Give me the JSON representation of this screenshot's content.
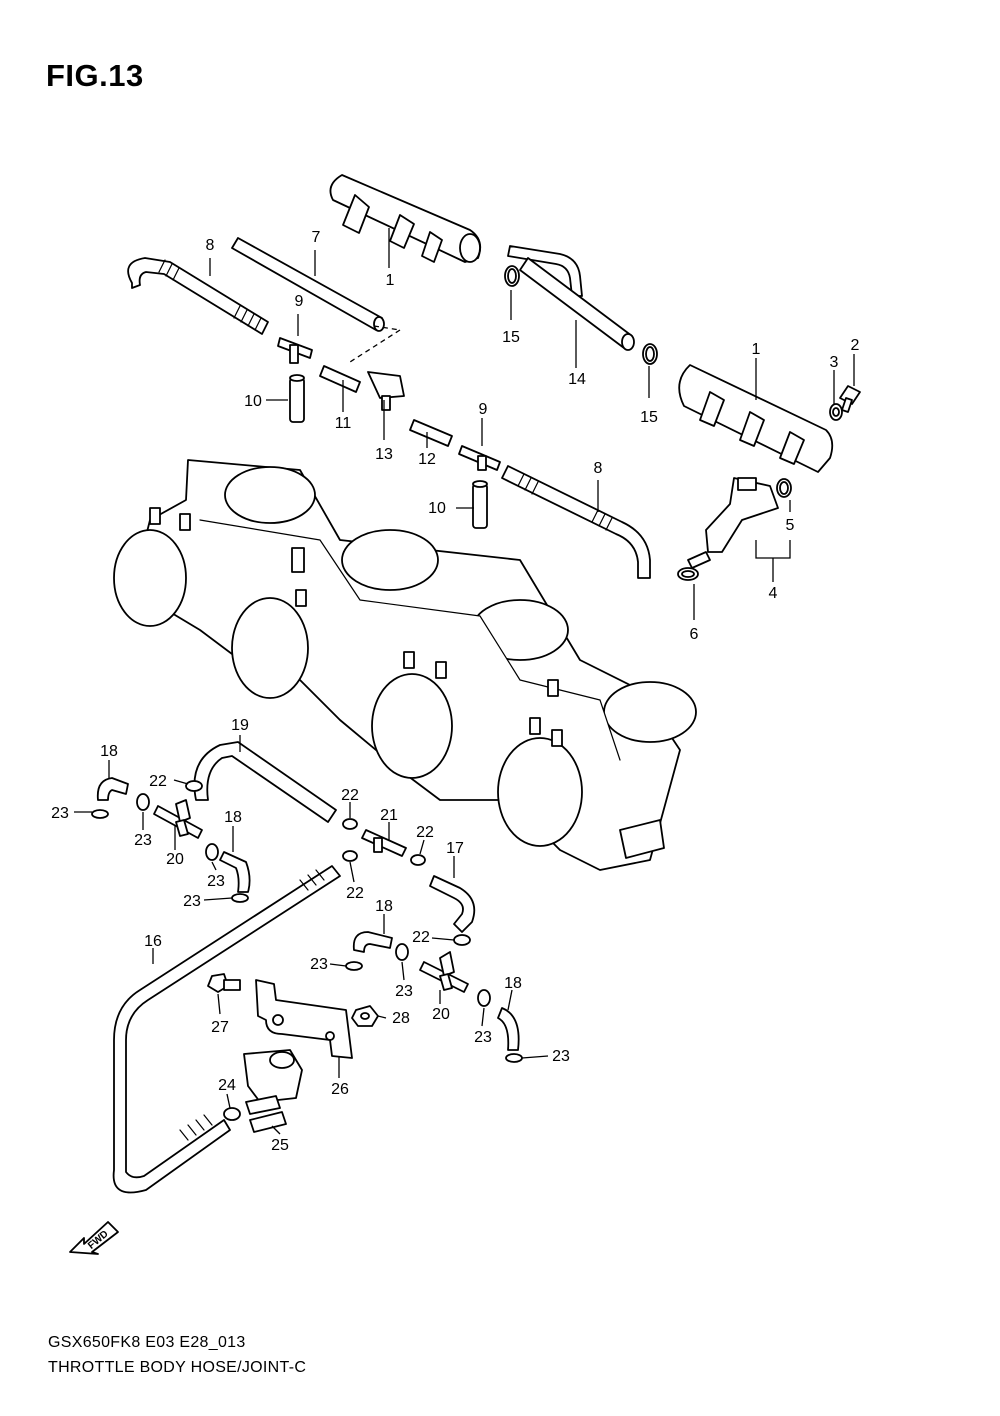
{
  "figure": {
    "title": "FIG.13",
    "model_code": "GSX650FK8 E03 E28_013",
    "caption": "THROTTLE BODY HOSE/JOINT-C",
    "direction_label": "FWD"
  },
  "callouts": {
    "c1a": "1",
    "c1b": "1",
    "c2": "2",
    "c3": "3",
    "c4": "4",
    "c5": "5",
    "c6": "6",
    "c7": "7",
    "c8a": "8",
    "c8b": "8",
    "c9a": "9",
    "c9b": "9",
    "c10a": "10",
    "c10b": "10",
    "c11": "11",
    "c12": "12",
    "c13": "13",
    "c14": "14",
    "c15a": "15",
    "c15b": "15",
    "c16": "16",
    "c17": "17",
    "c18a": "18",
    "c18b": "18",
    "c18c": "18",
    "c18d": "18",
    "c19": "19",
    "c20a": "20",
    "c20b": "20",
    "c21": "21",
    "c22a": "22",
    "c22b": "22",
    "c22c": "22",
    "c22d": "22",
    "c22e": "22",
    "c23a": "23",
    "c23b": "23",
    "c23c": "23",
    "c23d": "23",
    "c23e": "23",
    "c23f": "23",
    "c23g": "23",
    "c23h": "23",
    "c24": "24",
    "c25": "25",
    "c26": "26",
    "c27": "27",
    "c28": "28"
  }
}
